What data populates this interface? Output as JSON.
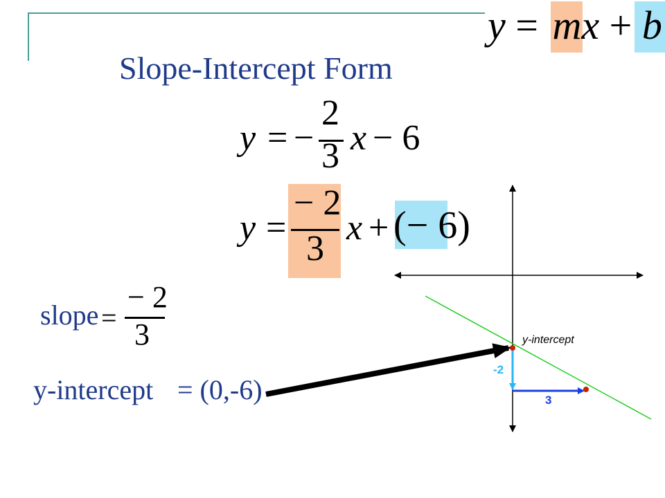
{
  "header_formula": {
    "y": "y",
    "eq": "=",
    "m": "m",
    "x": "x",
    "plus": "+",
    "b": "b"
  },
  "title": "Slope-Intercept Form",
  "equation1": {
    "lhs": "y",
    "eq": "=",
    "minus": "−",
    "num": "2",
    "den": "3",
    "x": "x",
    "tail": "− 6"
  },
  "equation2": {
    "lhs": "y",
    "eq": "=",
    "num": "− 2",
    "den": "3",
    "x": "x",
    "plus": "+",
    "paren": "(− 6)"
  },
  "slope": {
    "label": "slope",
    "eq": "=",
    "num": "− 2",
    "den": "3"
  },
  "yintercept": {
    "label": "y-intercept",
    "value": "= (0,-6)"
  },
  "graph": {
    "point_label": "y-intercept",
    "rise_label": "-2",
    "run_label": "3",
    "colors": {
      "line": "#22cc22",
      "rise": "#29b6f6",
      "run": "#1a3fe0",
      "point": "#cc2200"
    }
  },
  "colors": {
    "orange_highlight": "#f9c49e",
    "blue_highlight": "#a8e4f7",
    "title": "#1f3a8a"
  }
}
